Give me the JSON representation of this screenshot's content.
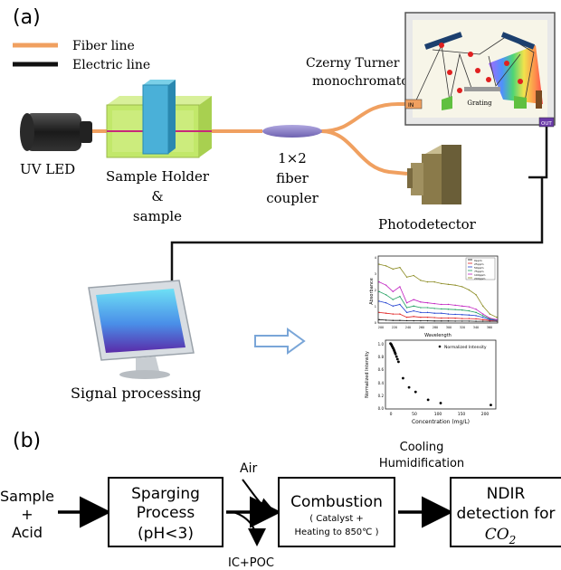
{
  "panel_a": {
    "label": "(a)",
    "legend": {
      "fiber": "Fiber line",
      "electric": "Electric line"
    },
    "colors": {
      "fiber": "#f0a060",
      "electric": "#111111",
      "arrow": "#7aa6d8"
    },
    "components": {
      "uv_led": "UV LED",
      "sample_holder": [
        "Sample Holder",
        "&",
        "sample"
      ],
      "coupler": [
        "1×2",
        "fiber",
        "coupler"
      ],
      "monochromator": [
        "Czerny Turner",
        "monochromator"
      ],
      "grating": "Grating",
      "port_in": "IN",
      "port_out": "OUT",
      "photodetector": "Photodetector",
      "signal": "Signal processing"
    },
    "absorbance_chart": {
      "ylabel": "Absorbance",
      "xlabel": "Wavelength",
      "xticks": [
        "200",
        "220",
        "240",
        "260",
        "280",
        "300",
        "320",
        "340",
        "360"
      ],
      "yticks": [
        "0",
        "1",
        "2",
        "3",
        "4"
      ],
      "legend": [
        "0ppm",
        "25ppm",
        "50ppm",
        "75ppm",
        "100ppm",
        "200ppm"
      ]
    },
    "intensity_chart": {
      "ylabel": "Normalized Intensity",
      "xlabel": "Concentration (mg/L)",
      "legend": "Normalized Intensity",
      "xticks": [
        "0",
        "50",
        "100",
        "150",
        "200"
      ],
      "yticks": [
        "0.0",
        "0.2",
        "0.4",
        "0.6",
        "0.8",
        "1.0"
      ]
    }
  },
  "panel_b": {
    "label": "(b)",
    "sample": [
      "Sample",
      "+",
      "Acid"
    ],
    "sparging": [
      "Sparging",
      "Process",
      "(pH<3)"
    ],
    "air": "Air",
    "ic_poc": "IC+POC",
    "cooling": [
      "Cooling",
      "Humidification"
    ],
    "combustion": {
      "title": "Combustion",
      "detail": [
        "( Catalyst +",
        "Heating to 850℃ )"
      ]
    },
    "ndir": [
      "NDIR",
      "detection for"
    ],
    "co2": {
      "base": "CO",
      "sub": "2"
    }
  },
  "chart_data": [
    {
      "type": "line",
      "xlabel": "Wavelength",
      "ylabel": "Absorbance",
      "xlim": [
        200,
        370
      ],
      "ylim": [
        0,
        4
      ],
      "legend_position": "top-right",
      "x": [
        200,
        210,
        220,
        230,
        240,
        250,
        260,
        270,
        280,
        290,
        300,
        310,
        320,
        330,
        340,
        350,
        360,
        370
      ],
      "series": [
        {
          "name": "0ppm",
          "color": "#111111",
          "values": [
            0.15,
            0.12,
            0.1,
            0.1,
            0.09,
            0.08,
            0.08,
            0.08,
            0.07,
            0.07,
            0.07,
            0.06,
            0.06,
            0.06,
            0.05,
            0.05,
            0.05,
            0.05
          ]
        },
        {
          "name": "25ppm",
          "color": "#e02020",
          "values": [
            0.6,
            0.55,
            0.5,
            0.5,
            0.3,
            0.35,
            0.3,
            0.3,
            0.28,
            0.25,
            0.25,
            0.24,
            0.22,
            0.22,
            0.2,
            0.15,
            0.1,
            0.08
          ]
        },
        {
          "name": "50ppm",
          "color": "#2040d0",
          "values": [
            1.3,
            1.2,
            1.0,
            1.1,
            0.6,
            0.7,
            0.6,
            0.6,
            0.55,
            0.55,
            0.5,
            0.48,
            0.46,
            0.44,
            0.4,
            0.3,
            0.15,
            0.1
          ]
        },
        {
          "name": "75ppm",
          "color": "#20a060",
          "values": [
            1.9,
            1.7,
            1.4,
            1.6,
            0.9,
            1.0,
            0.9,
            0.9,
            0.85,
            0.82,
            0.8,
            0.78,
            0.75,
            0.7,
            0.6,
            0.4,
            0.2,
            0.12
          ]
        },
        {
          "name": "100ppm",
          "color": "#c020c0",
          "values": [
            2.5,
            2.3,
            1.9,
            2.2,
            1.2,
            1.4,
            1.25,
            1.2,
            1.15,
            1.1,
            1.1,
            1.05,
            1.0,
            0.95,
            0.8,
            0.5,
            0.25,
            0.15
          ]
        },
        {
          "name": "200ppm",
          "color": "#8a8a20",
          "values": [
            3.6,
            3.5,
            3.3,
            3.4,
            2.8,
            2.9,
            2.6,
            2.5,
            2.5,
            2.4,
            2.35,
            2.3,
            2.2,
            2.0,
            1.7,
            1.0,
            0.5,
            0.3
          ]
        }
      ]
    },
    {
      "type": "scatter",
      "xlabel": "Concentration (mg/L)",
      "ylabel": "Normalized Intensity",
      "xlim": [
        -10,
        210
      ],
      "ylim": [
        0,
        1.05
      ],
      "legend_position": "top-right",
      "series": [
        {
          "name": "Normalized Intensity",
          "x": [
            0,
            1,
            2,
            3,
            4,
            5,
            6,
            7,
            8,
            9,
            10,
            12,
            14,
            16,
            25,
            37,
            50,
            75,
            100,
            200
          ],
          "y": [
            1.0,
            0.99,
            0.98,
            0.96,
            0.95,
            0.93,
            0.92,
            0.9,
            0.88,
            0.86,
            0.84,
            0.8,
            0.76,
            0.72,
            0.47,
            0.33,
            0.26,
            0.14,
            0.09,
            0.06
          ]
        }
      ]
    }
  ]
}
